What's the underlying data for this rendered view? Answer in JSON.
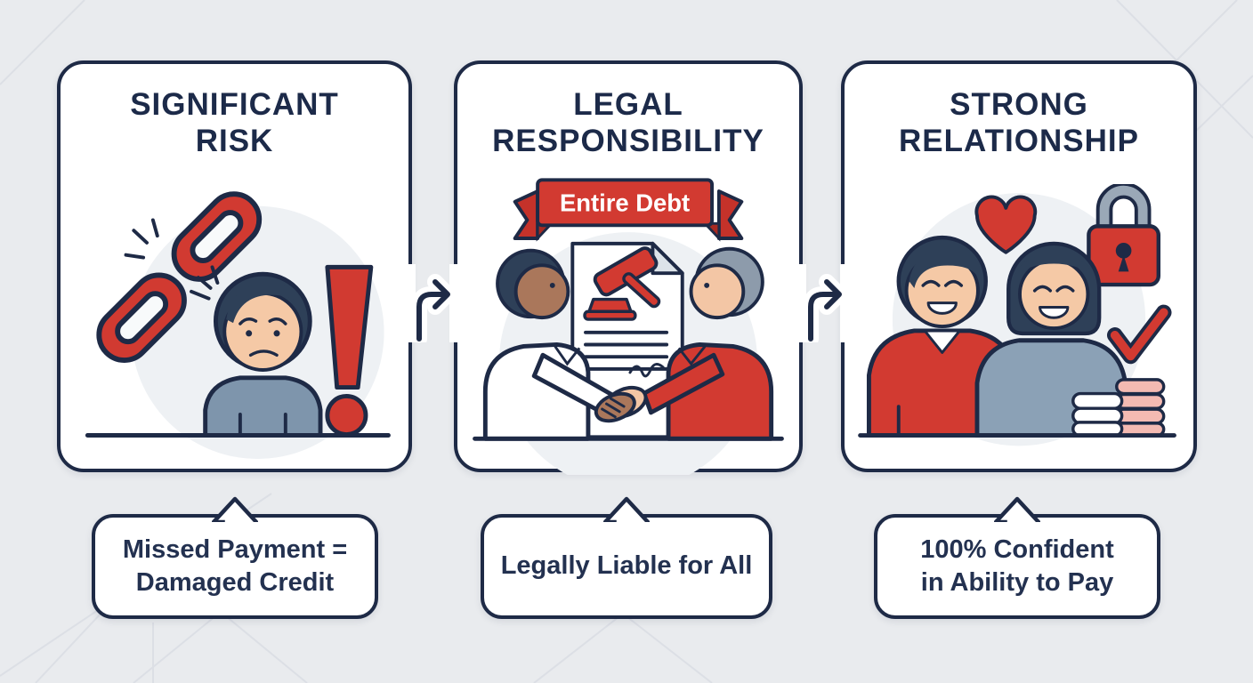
{
  "colors": {
    "background": "#e9ebee",
    "panel_fill": "#ffffff",
    "outline_navy": "#1e2a46",
    "accent_red": "#d23a31",
    "soft_circle_fill": "#eef1f4"
  },
  "panels": [
    {
      "id": "significant-risk",
      "title_line1": "SIGNIFICANT",
      "title_line2": "RISK",
      "caption_line1": "Missed Payment =",
      "caption_line2": "Damaged Credit",
      "icons": [
        "broken-chain-icon",
        "worried-person-illustration",
        "exclamation-mark-icon"
      ]
    },
    {
      "id": "legal-responsibility",
      "title_line1": "LEGAL",
      "title_line2": "RESPONSIBILITY",
      "banner_label": "Entire Debt",
      "caption_line1": "Legally Liable for All",
      "caption_line2": "",
      "icons": [
        "ribbon-banner",
        "contract-document-icon",
        "gavel-icon",
        "handshake-illustration"
      ]
    },
    {
      "id": "strong-relationship",
      "title_line1": "STRONG",
      "title_line2": "RELATIONSHIP",
      "caption_line1": "100% Confident",
      "caption_line2": "in Ability to Pay",
      "icons": [
        "heart-icon",
        "padlock-icon",
        "happy-couple-illustration",
        "checkmark-icon",
        "coin-stacks-icon"
      ]
    }
  ],
  "connectors": [
    "arrow-right",
    "arrow-right"
  ]
}
